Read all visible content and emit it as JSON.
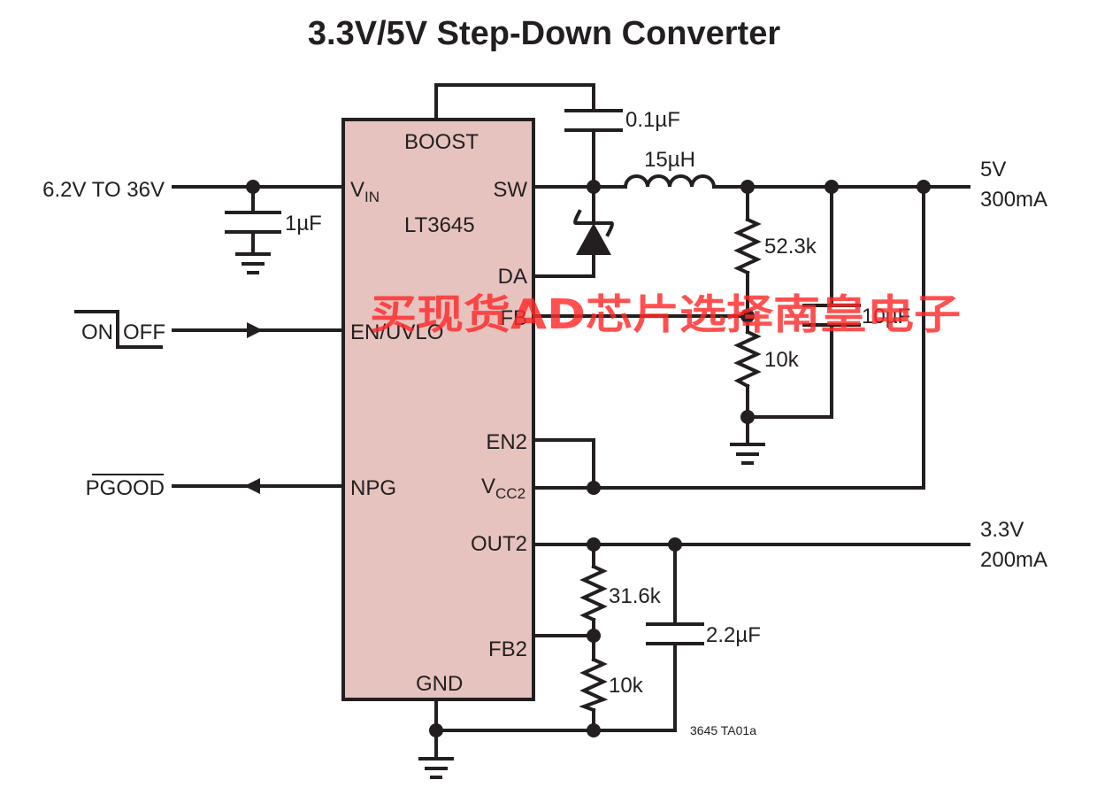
{
  "title": "3.3V/5V Step-Down Converter",
  "ic": {
    "part": "LT3645",
    "fill_color": "#e6c3bf",
    "pins": {
      "boost": "BOOST",
      "vin_main": "V",
      "vin_sub": "IN",
      "sw": "SW",
      "da": "DA",
      "fb": "FB",
      "en_uvlo": "EN/UVLO",
      "en2": "EN2",
      "npg": "NPG",
      "vcc2_main": "V",
      "vcc2_sub": "CC2",
      "out2": "OUT2",
      "fb2": "FB2",
      "gnd": "GND"
    }
  },
  "components": {
    "c_boost": "0.1µF",
    "inductor": "15µH",
    "c_in": "1µF",
    "r_top_5v": "52.3k",
    "r_bot_5v": "10k",
    "c_out_5v": "10µF",
    "r_top_3v3": "31.6k",
    "r_bot_3v3": "10k",
    "c_out_3v3": "2.2µF"
  },
  "signals": {
    "input": "6.2V TO 36V",
    "on": "ON",
    "off": "OFF",
    "pgood": "PGOOD",
    "out_5v_voltage": "5V",
    "out_5v_current": "300mA",
    "out_3v3_voltage": "3.3V",
    "out_3v3_current": "200mA"
  },
  "figure_id": "3645 TA01a",
  "watermark": "买现货AD芯片选择南皇电子"
}
